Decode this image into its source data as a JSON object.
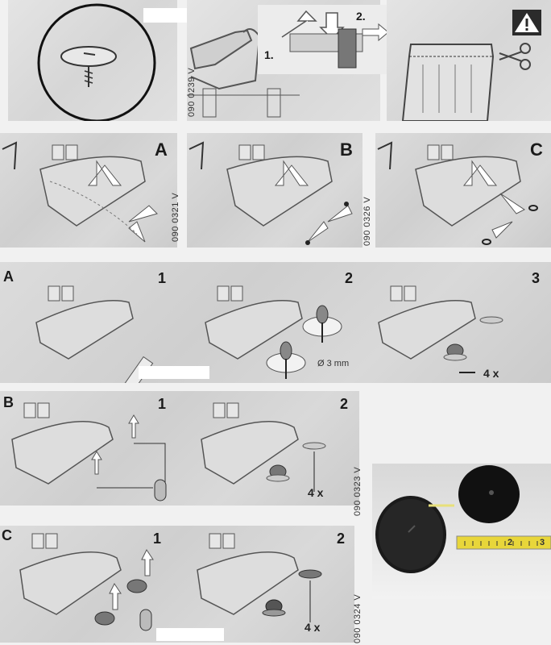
{
  "document": {
    "type": "scanned installation instruction sheet",
    "top_row": {
      "detail_callout": {
        "icon": "screw-button-icon"
      },
      "bracket_panel": {
        "code": "090 0239 V",
        "inset_step_labels": [
          "1.",
          "2."
        ]
      },
      "warning_panel": {
        "icon": "warning-triangle-icon",
        "cut_icon": "scissors-icon"
      }
    },
    "view_row": {
      "panels": [
        {
          "label": "A",
          "icon": "eye-icon"
        },
        {
          "label": "B",
          "icon": "eye-icon"
        },
        {
          "label": "C",
          "icon": "eye-icon"
        }
      ],
      "codes": [
        "090 0321 V",
        "090 0326 V"
      ]
    },
    "section_a": {
      "label": "A",
      "steps": [
        "1",
        "2",
        "3"
      ],
      "drill_diameter": "Ø 3 mm",
      "multiplier": "4 x"
    },
    "section_b": {
      "label": "B",
      "steps": [
        "1",
        "2"
      ],
      "multiplier": "4 x",
      "code": "090 0323 V"
    },
    "section_c": {
      "label": "C",
      "steps": [
        "1",
        "2"
      ],
      "multiplier": "4 x",
      "code": "090 0324 V"
    },
    "photo": {
      "description": "two black round carpet fastener buttons beside yellow tape measure",
      "tape_marks": [
        "2",
        "3"
      ]
    }
  }
}
